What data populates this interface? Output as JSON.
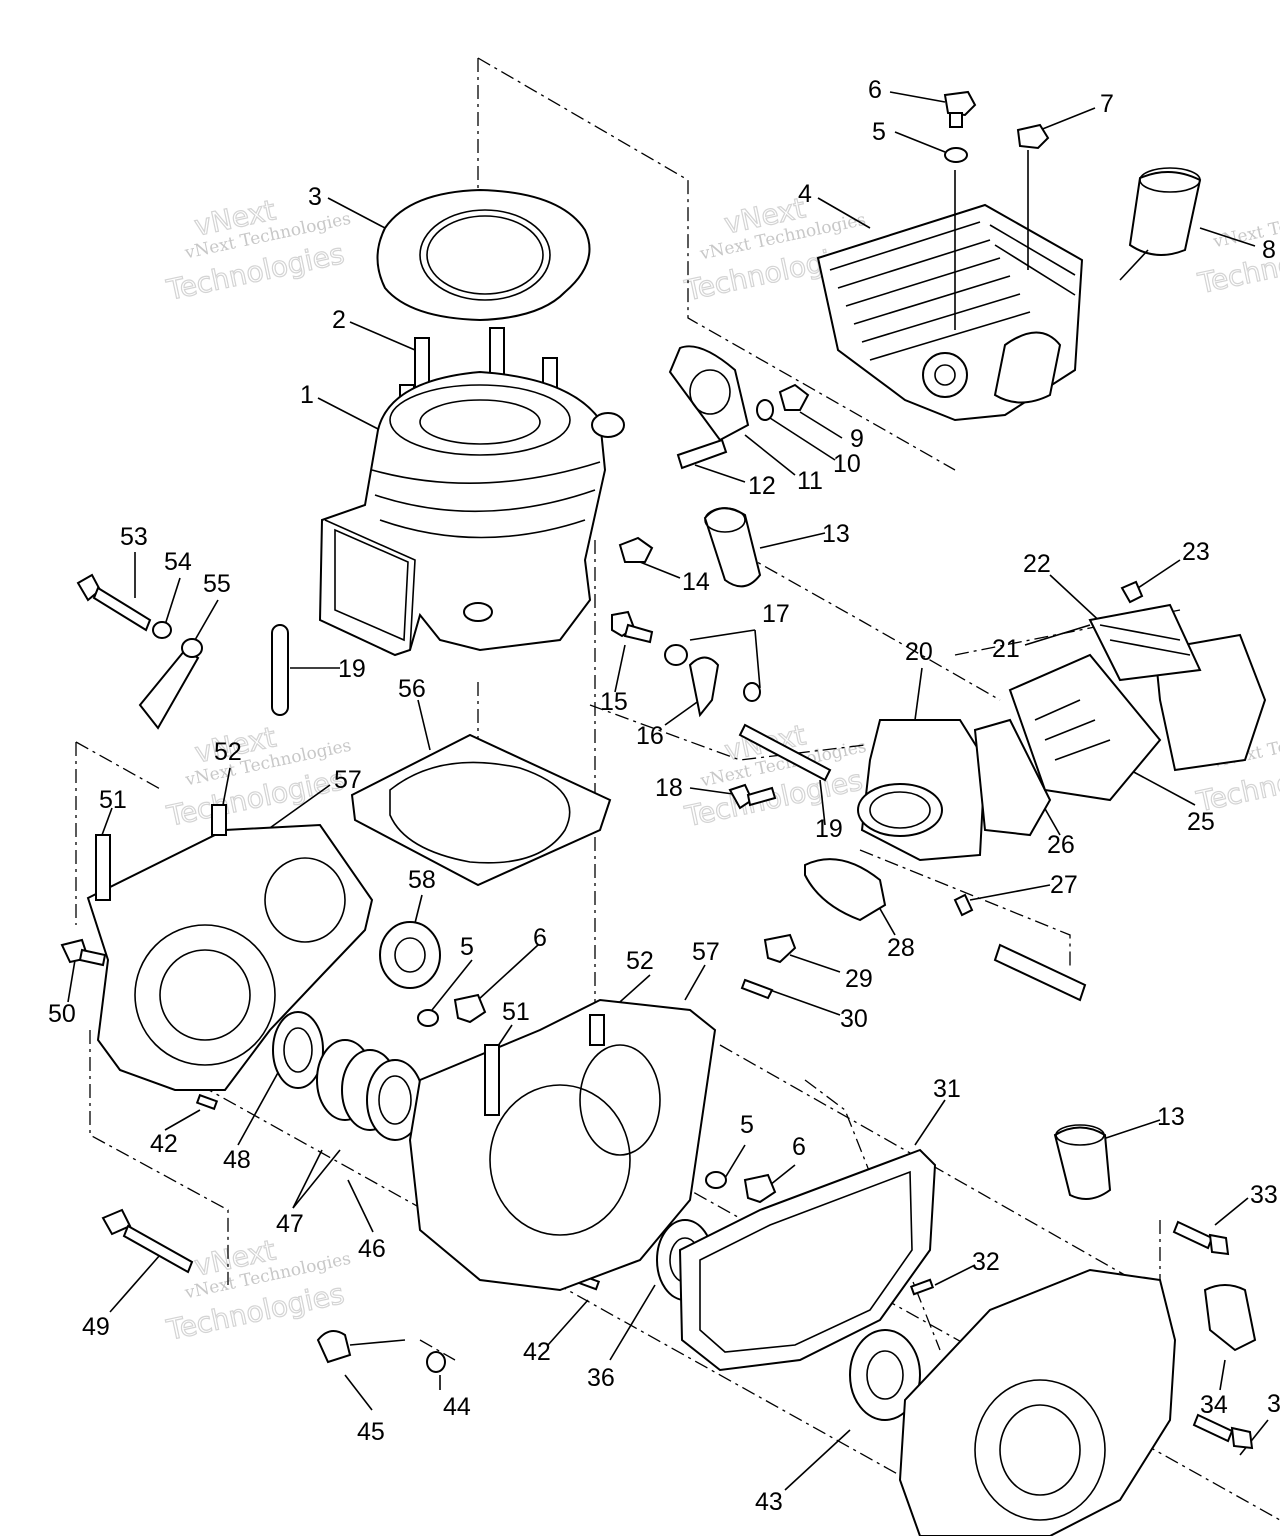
{
  "diagram": {
    "callouts": [
      {
        "n": "6"
      },
      {
        "n": "7"
      },
      {
        "n": "5"
      },
      {
        "n": "3"
      },
      {
        "n": "4"
      },
      {
        "n": "8"
      },
      {
        "n": "2"
      },
      {
        "n": "1"
      },
      {
        "n": "9"
      },
      {
        "n": "10"
      },
      {
        "n": "11"
      },
      {
        "n": "12"
      },
      {
        "n": "13"
      },
      {
        "n": "14"
      },
      {
        "n": "53"
      },
      {
        "n": "54"
      },
      {
        "n": "55"
      },
      {
        "n": "19"
      },
      {
        "n": "17"
      },
      {
        "n": "23"
      },
      {
        "n": "22"
      },
      {
        "n": "20"
      },
      {
        "n": "21"
      },
      {
        "n": "15"
      },
      {
        "n": "16"
      },
      {
        "n": "56"
      },
      {
        "n": "52"
      },
      {
        "n": "57"
      },
      {
        "n": "18"
      },
      {
        "n": "19"
      },
      {
        "n": "25"
      },
      {
        "n": "26"
      },
      {
        "n": "51"
      },
      {
        "n": "27"
      },
      {
        "n": "58"
      },
      {
        "n": "5"
      },
      {
        "n": "6"
      },
      {
        "n": "28"
      },
      {
        "n": "52"
      },
      {
        "n": "57"
      },
      {
        "n": "29"
      },
      {
        "n": "50"
      },
      {
        "n": "30"
      },
      {
        "n": "51"
      },
      {
        "n": "31"
      },
      {
        "n": "42"
      },
      {
        "n": "48"
      },
      {
        "n": "13"
      },
      {
        "n": "5"
      },
      {
        "n": "6"
      },
      {
        "n": "33"
      },
      {
        "n": "47"
      },
      {
        "n": "46"
      },
      {
        "n": "32"
      },
      {
        "n": "49"
      },
      {
        "n": "42"
      },
      {
        "n": "44"
      },
      {
        "n": "36"
      },
      {
        "n": "34"
      },
      {
        "n": "45"
      },
      {
        "n": "43"
      },
      {
        "n": "3"
      }
    ]
  },
  "watermark": {
    "line1": "vNext",
    "line2": "vNext Technologies",
    "line3": "Technologies",
    "line2_short": "vNext Te"
  }
}
